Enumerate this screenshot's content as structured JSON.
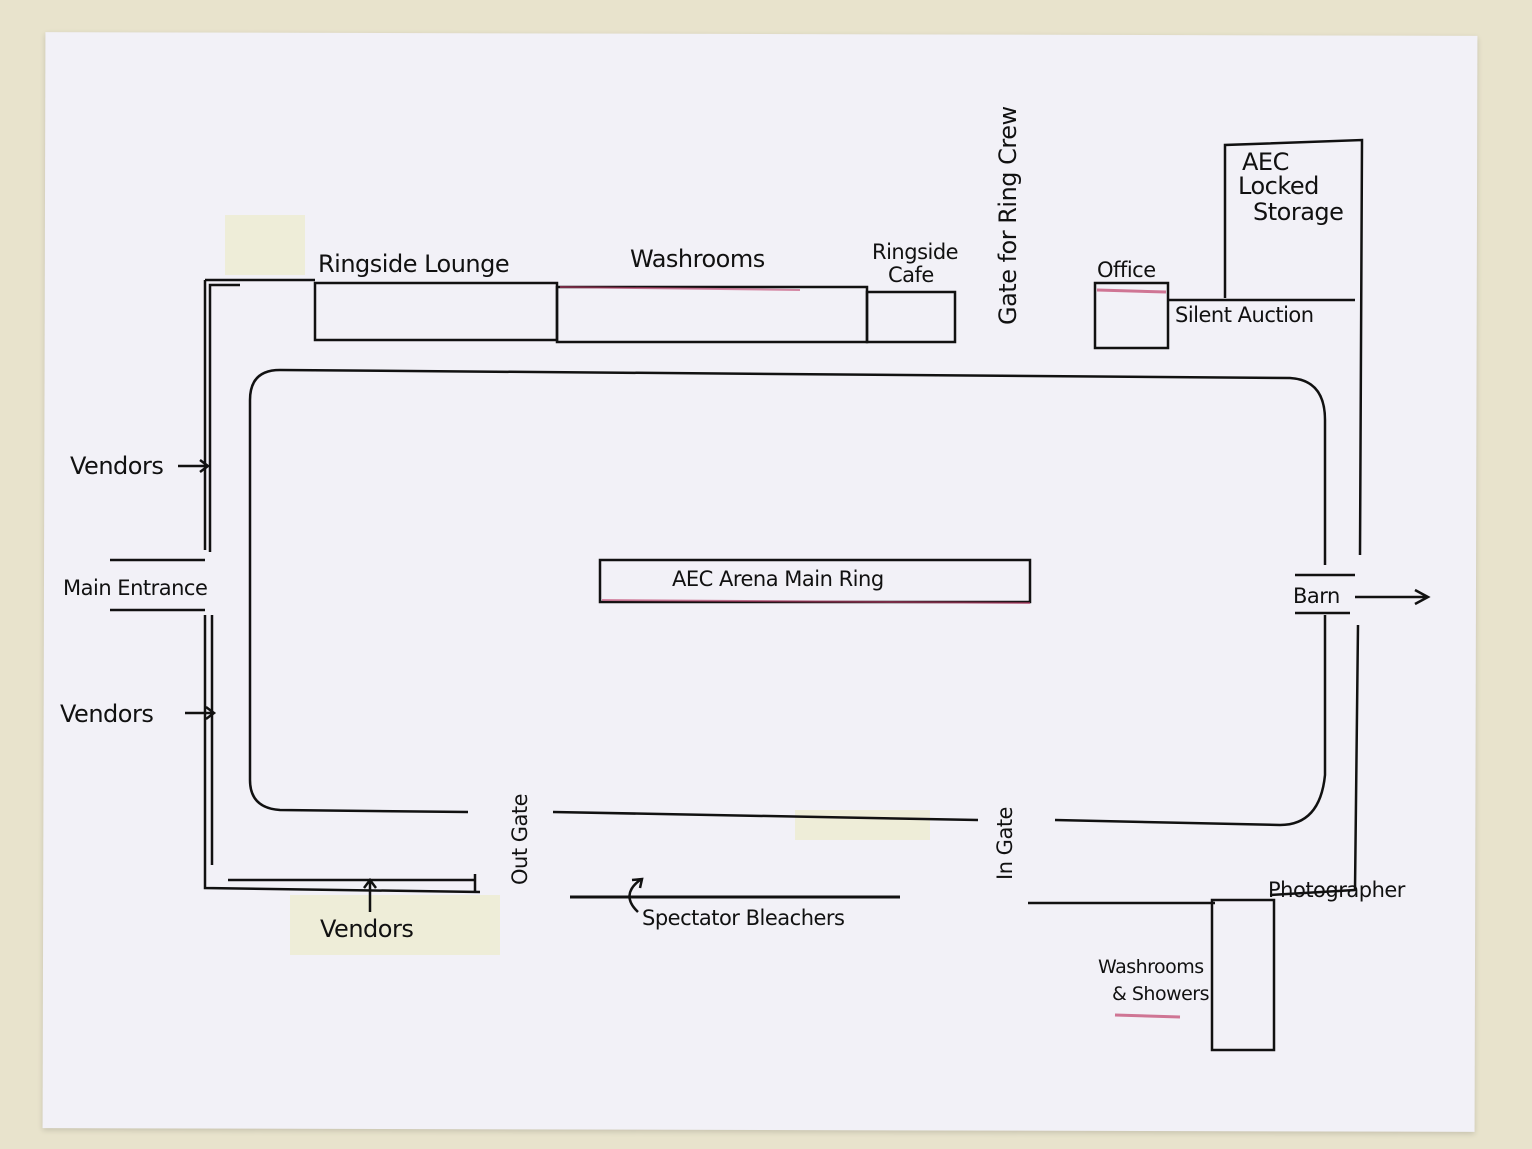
{
  "map": {
    "ring_label": "AEC Arena Main Ring",
    "labels": {
      "ringside_lounge": "Ringside Lounge",
      "washrooms_top": "Washrooms",
      "ringside_cafe_1": "Ringside",
      "ringside_cafe_2": "Cafe",
      "gate_ring_crew": "Gate for Ring Crew",
      "office": "Office",
      "locked_storage_1": "AEC",
      "locked_storage_2": "Locked",
      "locked_storage_3": "Storage",
      "silent_auction": "Silent Auction",
      "vendors_upper": "Vendors",
      "main_entrance": "Main Entrance",
      "vendors_lower": "Vendors",
      "vendors_bottom": "Vendors",
      "barn": "Barn",
      "out_gate": "Out Gate",
      "in_gate": "In Gate",
      "spectator_bleachers": "Spectator Bleachers",
      "photographer": "Photographer",
      "washrooms_showers_1": "Washrooms",
      "washrooms_showers_2": "& Showers"
    },
    "colors": {
      "ink": "#111111",
      "highlight": "#c0406a",
      "paper": "#f2f1f7",
      "wall": "#e8e3cc"
    }
  }
}
